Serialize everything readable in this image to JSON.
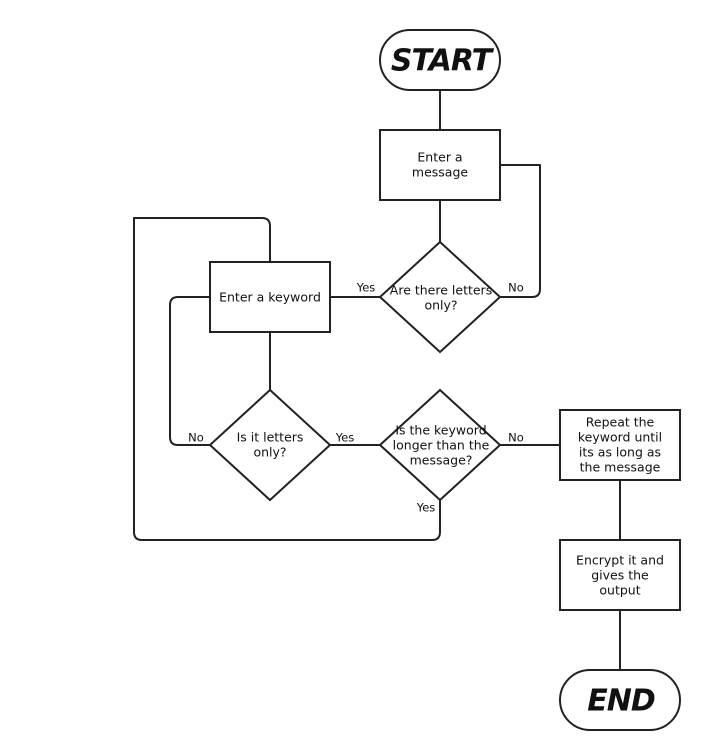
{
  "nodes": {
    "start": {
      "label": "START"
    },
    "enter_message": {
      "lines": [
        "Enter a",
        "message"
      ]
    },
    "letters_only_check": {
      "lines": [
        "Are there letters",
        "only?"
      ]
    },
    "enter_keyword": {
      "lines": [
        "Enter a keyword"
      ]
    },
    "keyword_letters_check": {
      "lines": [
        "Is it letters",
        "only?"
      ]
    },
    "keyword_longer_check": {
      "lines": [
        "Is the keyword",
        "longer than the",
        "message?"
      ]
    },
    "repeat_keyword": {
      "lines": [
        "Repeat the",
        "keyword until",
        "its as long as",
        "the message"
      ]
    },
    "encrypt": {
      "lines": [
        "Encrypt it and",
        "gives the",
        "output"
      ]
    },
    "end": {
      "label": "END"
    }
  },
  "edges": {
    "letters_only_yes": "Yes",
    "letters_only_no": "No",
    "keyword_letters_no": "No",
    "keyword_letters_yes": "Yes",
    "keyword_longer_no": "No",
    "keyword_longer_yes": "Yes"
  }
}
